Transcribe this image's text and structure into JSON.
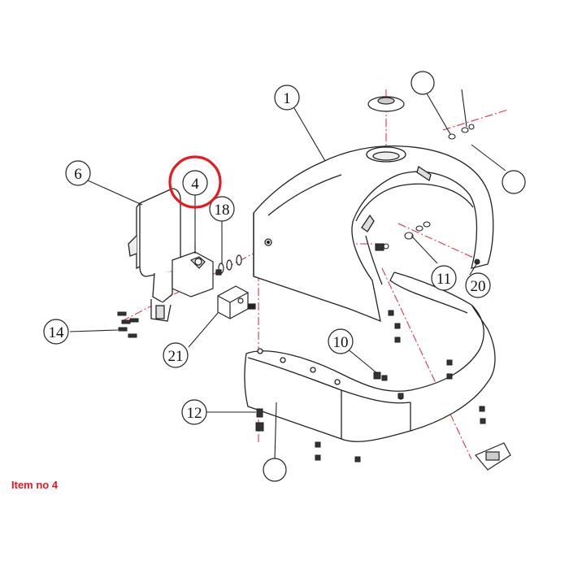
{
  "diagram": {
    "part_labels": [
      "1",
      "4",
      "6",
      "10",
      "11",
      "12",
      "14",
      "18",
      "20",
      "21"
    ],
    "highlight_color": "#e8191f",
    "line_color": "#222222",
    "center_line_color": "#d9263a"
  },
  "caption": "Item no 4"
}
